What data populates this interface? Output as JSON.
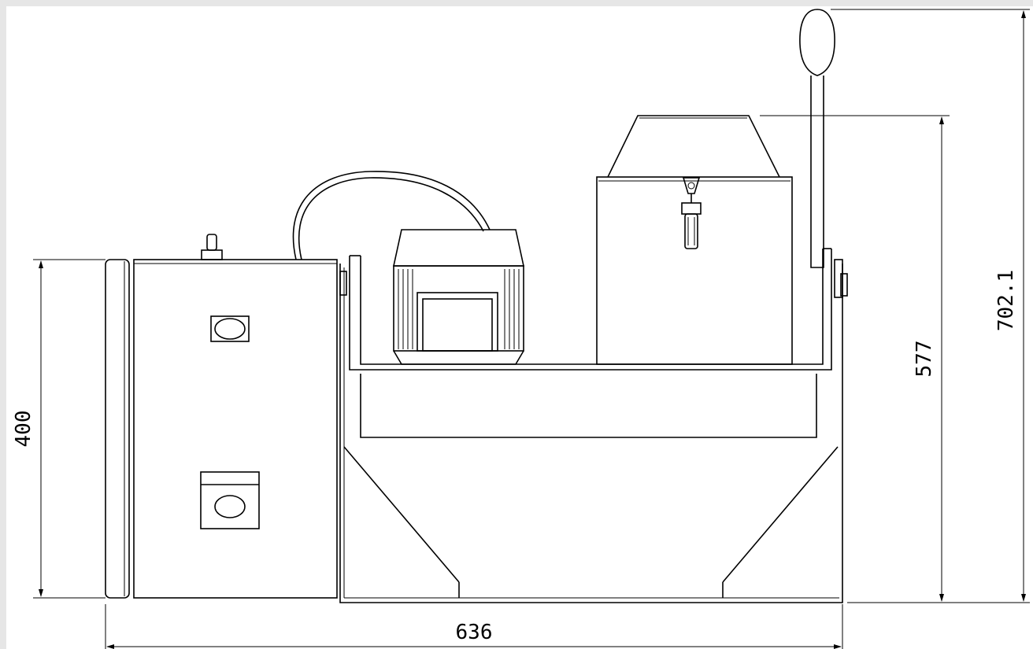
{
  "drawing": {
    "dimensions": {
      "width": "636",
      "height_base": "400",
      "height_body": "577",
      "height_total": "702.1"
    }
  }
}
